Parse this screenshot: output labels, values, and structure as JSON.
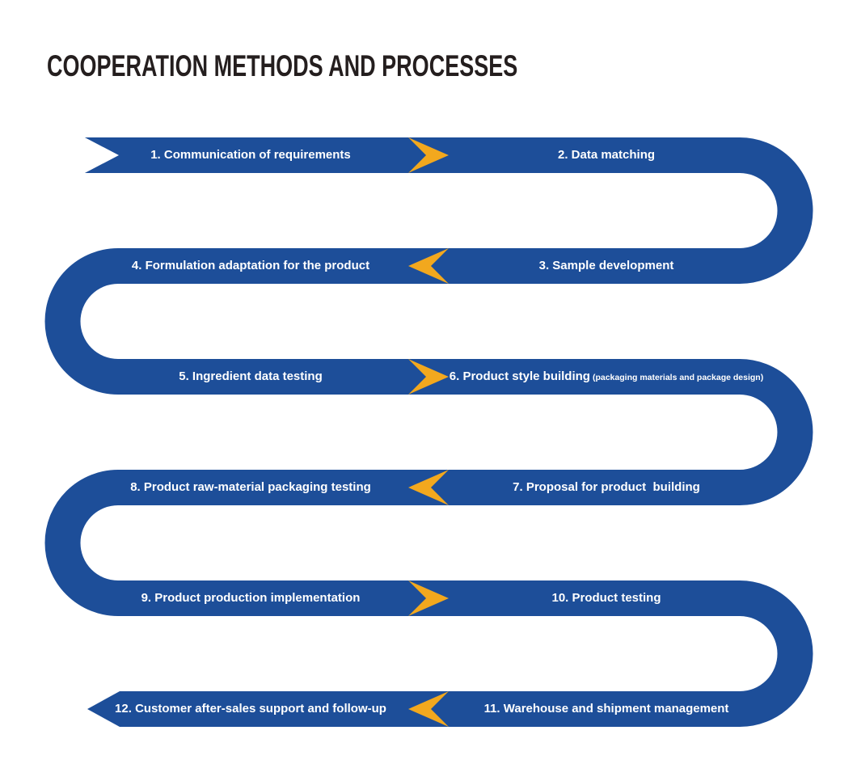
{
  "title": "COOPERATION METHODS AND PROCESSES",
  "colors": {
    "background": "#ffffff",
    "ribbon": "#1d4e99",
    "arrow": "#f2a81e",
    "title_text": "#241e1e",
    "label_text": "#ffffff"
  },
  "steps": [
    {
      "label": "1. Communication of requirements",
      "row": 1,
      "side": "left"
    },
    {
      "label": "2. Data matching",
      "row": 1,
      "side": "right"
    },
    {
      "label": "3. Sample development",
      "row": 2,
      "side": "right"
    },
    {
      "label": "4. Formulation adaptation for the product",
      "row": 2,
      "side": "left"
    },
    {
      "label": "5. Ingredient data testing",
      "row": 3,
      "side": "left"
    },
    {
      "label": "6. Product style building",
      "note": "(packaging materials and package design)",
      "row": 3,
      "side": "right"
    },
    {
      "label": "7. Proposal for product  building",
      "row": 4,
      "side": "right"
    },
    {
      "label": "8. Product raw-material packaging testing",
      "row": 4,
      "side": "left"
    },
    {
      "label": "9. Product production implementation",
      "row": 5,
      "side": "left"
    },
    {
      "label": "10. Product testing",
      "row": 5,
      "side": "right"
    },
    {
      "label": "11. Warehouse and shipment management",
      "row": 6,
      "side": "right"
    },
    {
      "label": "12. Customer after-sales support and follow-up",
      "row": 6,
      "side": "left"
    }
  ],
  "flow": {
    "shape": "serpentine-ribbon",
    "rows": 6,
    "connector_icons": [
      "chevron-right-icon",
      "chevron-left-icon",
      "chevron-right-icon",
      "chevron-left-icon",
      "chevron-right-icon",
      "chevron-left-icon"
    ],
    "start_marker": "notched-tail",
    "end_marker": "arrowhead-left"
  }
}
